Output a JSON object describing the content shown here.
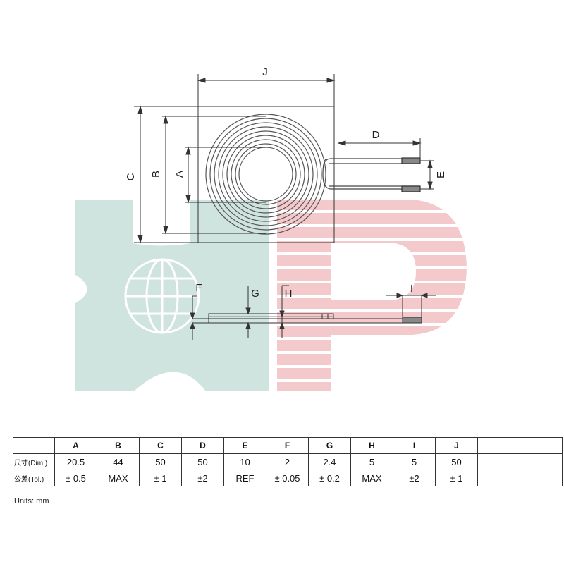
{
  "dimension_letters": [
    "J",
    "C",
    "B",
    "A",
    "D",
    "E",
    "F",
    "G",
    "H",
    "I"
  ],
  "table": {
    "headers": [
      "A",
      "B",
      "C",
      "D",
      "E",
      "F",
      "G",
      "H",
      "I",
      "J",
      "",
      ""
    ],
    "rows": [
      {
        "label": "尺寸(Dim.)",
        "values": [
          "20.5",
          "44",
          "50",
          "50",
          "10",
          "2",
          "2.4",
          "5",
          "5",
          "50",
          "",
          ""
        ]
      },
      {
        "label": "公差(Tol.)",
        "values": [
          "± 0.5",
          "MAX",
          "± 1",
          "±2",
          "REF",
          "± 0.05",
          "± 0.2",
          "MAX",
          "±2",
          "± 1",
          "",
          ""
        ]
      }
    ]
  },
  "units": "Units: mm",
  "colors": {
    "watermark_teal": "#cfe3df",
    "watermark_red": "#f4c9cc",
    "line": "#333333"
  }
}
